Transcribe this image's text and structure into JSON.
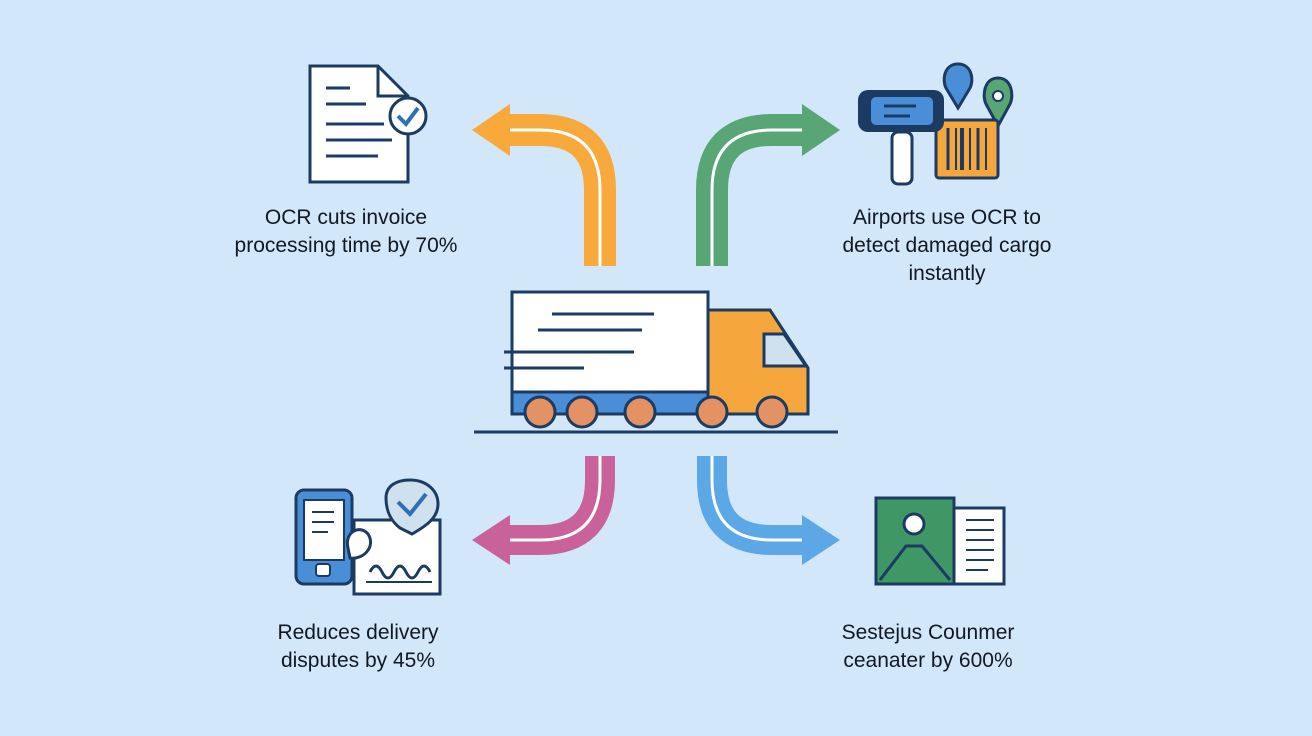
{
  "colors": {
    "background": "#d3e7fb",
    "outline": "#1b3b63",
    "arrow_orange": "#f7a93b",
    "arrow_green": "#58a576",
    "arrow_pink": "#c9629a",
    "arrow_blue": "#5ca8e6",
    "truck_cab": "#f5a73e",
    "wheel": "#e49163",
    "document_check": "#2f6fb3",
    "photo_green": "#3f9766",
    "device_blue": "#4b8ed8"
  },
  "captions": {
    "invoice": {
      "lines": [
        "OCR cuts invoice",
        "processing time by 70%"
      ],
      "icon": "invoice-document-check-icon",
      "arrow": "orange"
    },
    "airports": {
      "lines": [
        "Airports use OCR to",
        "detect damaged cargo",
        "instantly"
      ],
      "icon": "barcode-scanner-location-icon",
      "arrow": "green"
    },
    "disputes": {
      "lines": [
        "Reduces delivery",
        "disputes by 45%"
      ],
      "icon": "phone-signature-check-icon",
      "arrow": "pink"
    },
    "consumer": {
      "lines": [
        "Sestejus Counmer",
        "ceanater by 600%"
      ],
      "icon": "photo-id-document-icon",
      "arrow": "blue"
    }
  },
  "center_icon": "delivery-truck-icon"
}
